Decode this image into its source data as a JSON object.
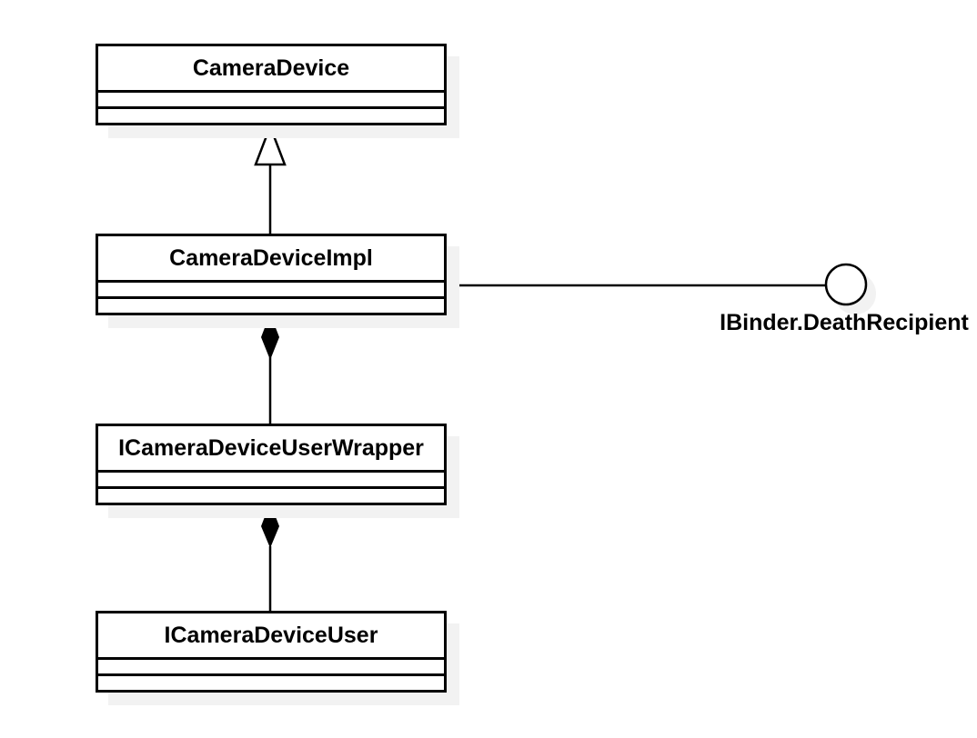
{
  "diagram": {
    "type": "uml-class-diagram",
    "colors": {
      "background": "#ffffff",
      "line": "#000000",
      "box_fill": "#ffffff",
      "shadow": "#f2f2f2",
      "text": "#000000"
    },
    "classes": [
      {
        "name": "CameraDevice",
        "attributes": [],
        "operations": []
      },
      {
        "name": "CameraDeviceImpl",
        "attributes": [],
        "operations": []
      },
      {
        "name": "ICameraDeviceUserWrapper",
        "attributes": [],
        "operations": []
      },
      {
        "name": "ICameraDeviceUser",
        "attributes": [],
        "operations": []
      }
    ],
    "lollipop": {
      "label": "IBinder.DeathRecipient"
    },
    "relationships": [
      {
        "type": "generalization",
        "from": "CameraDeviceImpl",
        "to": "CameraDevice"
      },
      {
        "type": "composition",
        "owner": "CameraDeviceImpl",
        "part": "ICameraDeviceUserWrapper"
      },
      {
        "type": "composition",
        "owner": "ICameraDeviceUserWrapper",
        "part": "ICameraDeviceUser"
      },
      {
        "type": "provided-interface",
        "from": "CameraDeviceImpl",
        "to": "IBinder.DeathRecipient"
      }
    ]
  }
}
